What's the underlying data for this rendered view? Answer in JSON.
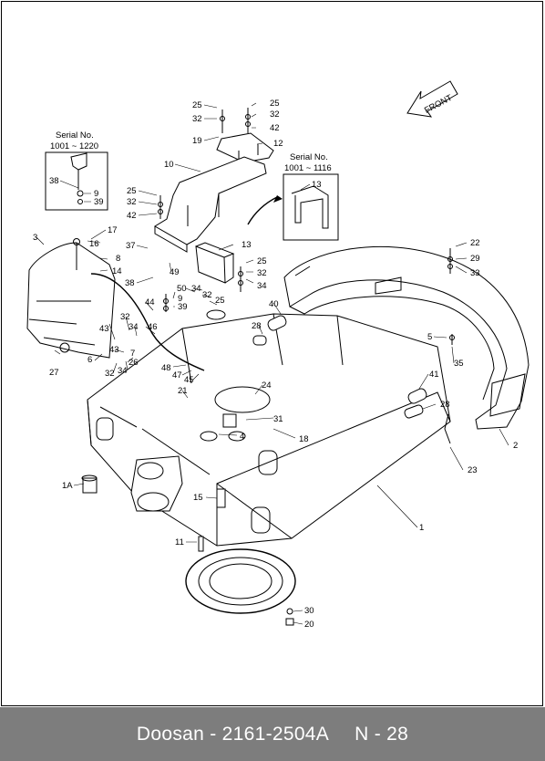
{
  "front_label": "FRONT",
  "insets": [
    {
      "serial_title": "Serial No.",
      "serial_range": "1001 ~ 1220"
    },
    {
      "serial_title": "Serial No.",
      "serial_range": "1001 ~ 1116"
    }
  ],
  "callouts": [
    {
      "text": "25"
    },
    {
      "text": "32"
    },
    {
      "text": "19"
    },
    {
      "text": "25"
    },
    {
      "text": "32"
    },
    {
      "text": "42"
    },
    {
      "text": "12"
    },
    {
      "text": "38"
    },
    {
      "text": "9"
    },
    {
      "text": "39"
    },
    {
      "text": "10"
    },
    {
      "text": "13"
    },
    {
      "text": "25"
    },
    {
      "text": "32"
    },
    {
      "text": "42"
    },
    {
      "text": "17"
    },
    {
      "text": "3"
    },
    {
      "text": "16"
    },
    {
      "text": "8"
    },
    {
      "text": "14"
    },
    {
      "text": "37"
    },
    {
      "text": "49"
    },
    {
      "text": "38"
    },
    {
      "text": "13"
    },
    {
      "text": "25"
    },
    {
      "text": "32"
    },
    {
      "text": "34"
    },
    {
      "text": "50"
    },
    {
      "text": "34"
    },
    {
      "text": "9"
    },
    {
      "text": "39"
    },
    {
      "text": "32"
    },
    {
      "text": "25"
    },
    {
      "text": "22"
    },
    {
      "text": "29"
    },
    {
      "text": "33"
    },
    {
      "text": "44"
    },
    {
      "text": "40"
    },
    {
      "text": "28"
    },
    {
      "text": "32"
    },
    {
      "text": "43"
    },
    {
      "text": "34"
    },
    {
      "text": "46"
    },
    {
      "text": "43"
    },
    {
      "text": "7"
    },
    {
      "text": "26"
    },
    {
      "text": "6"
    },
    {
      "text": "27"
    },
    {
      "text": "32"
    },
    {
      "text": "34"
    },
    {
      "text": "5"
    },
    {
      "text": "35"
    },
    {
      "text": "48"
    },
    {
      "text": "47"
    },
    {
      "text": "45"
    },
    {
      "text": "21"
    },
    {
      "text": "24"
    },
    {
      "text": "41"
    },
    {
      "text": "28"
    },
    {
      "text": "31"
    },
    {
      "text": "4"
    },
    {
      "text": "18"
    },
    {
      "text": "2"
    },
    {
      "text": "23"
    },
    {
      "text": "1A"
    },
    {
      "text": "15"
    },
    {
      "text": "1"
    },
    {
      "text": "11"
    },
    {
      "text": "30"
    },
    {
      "text": "20"
    }
  ],
  "footer": {
    "part_ref": "Doosan - 2161-2504A",
    "page_ref": "N - 28"
  }
}
